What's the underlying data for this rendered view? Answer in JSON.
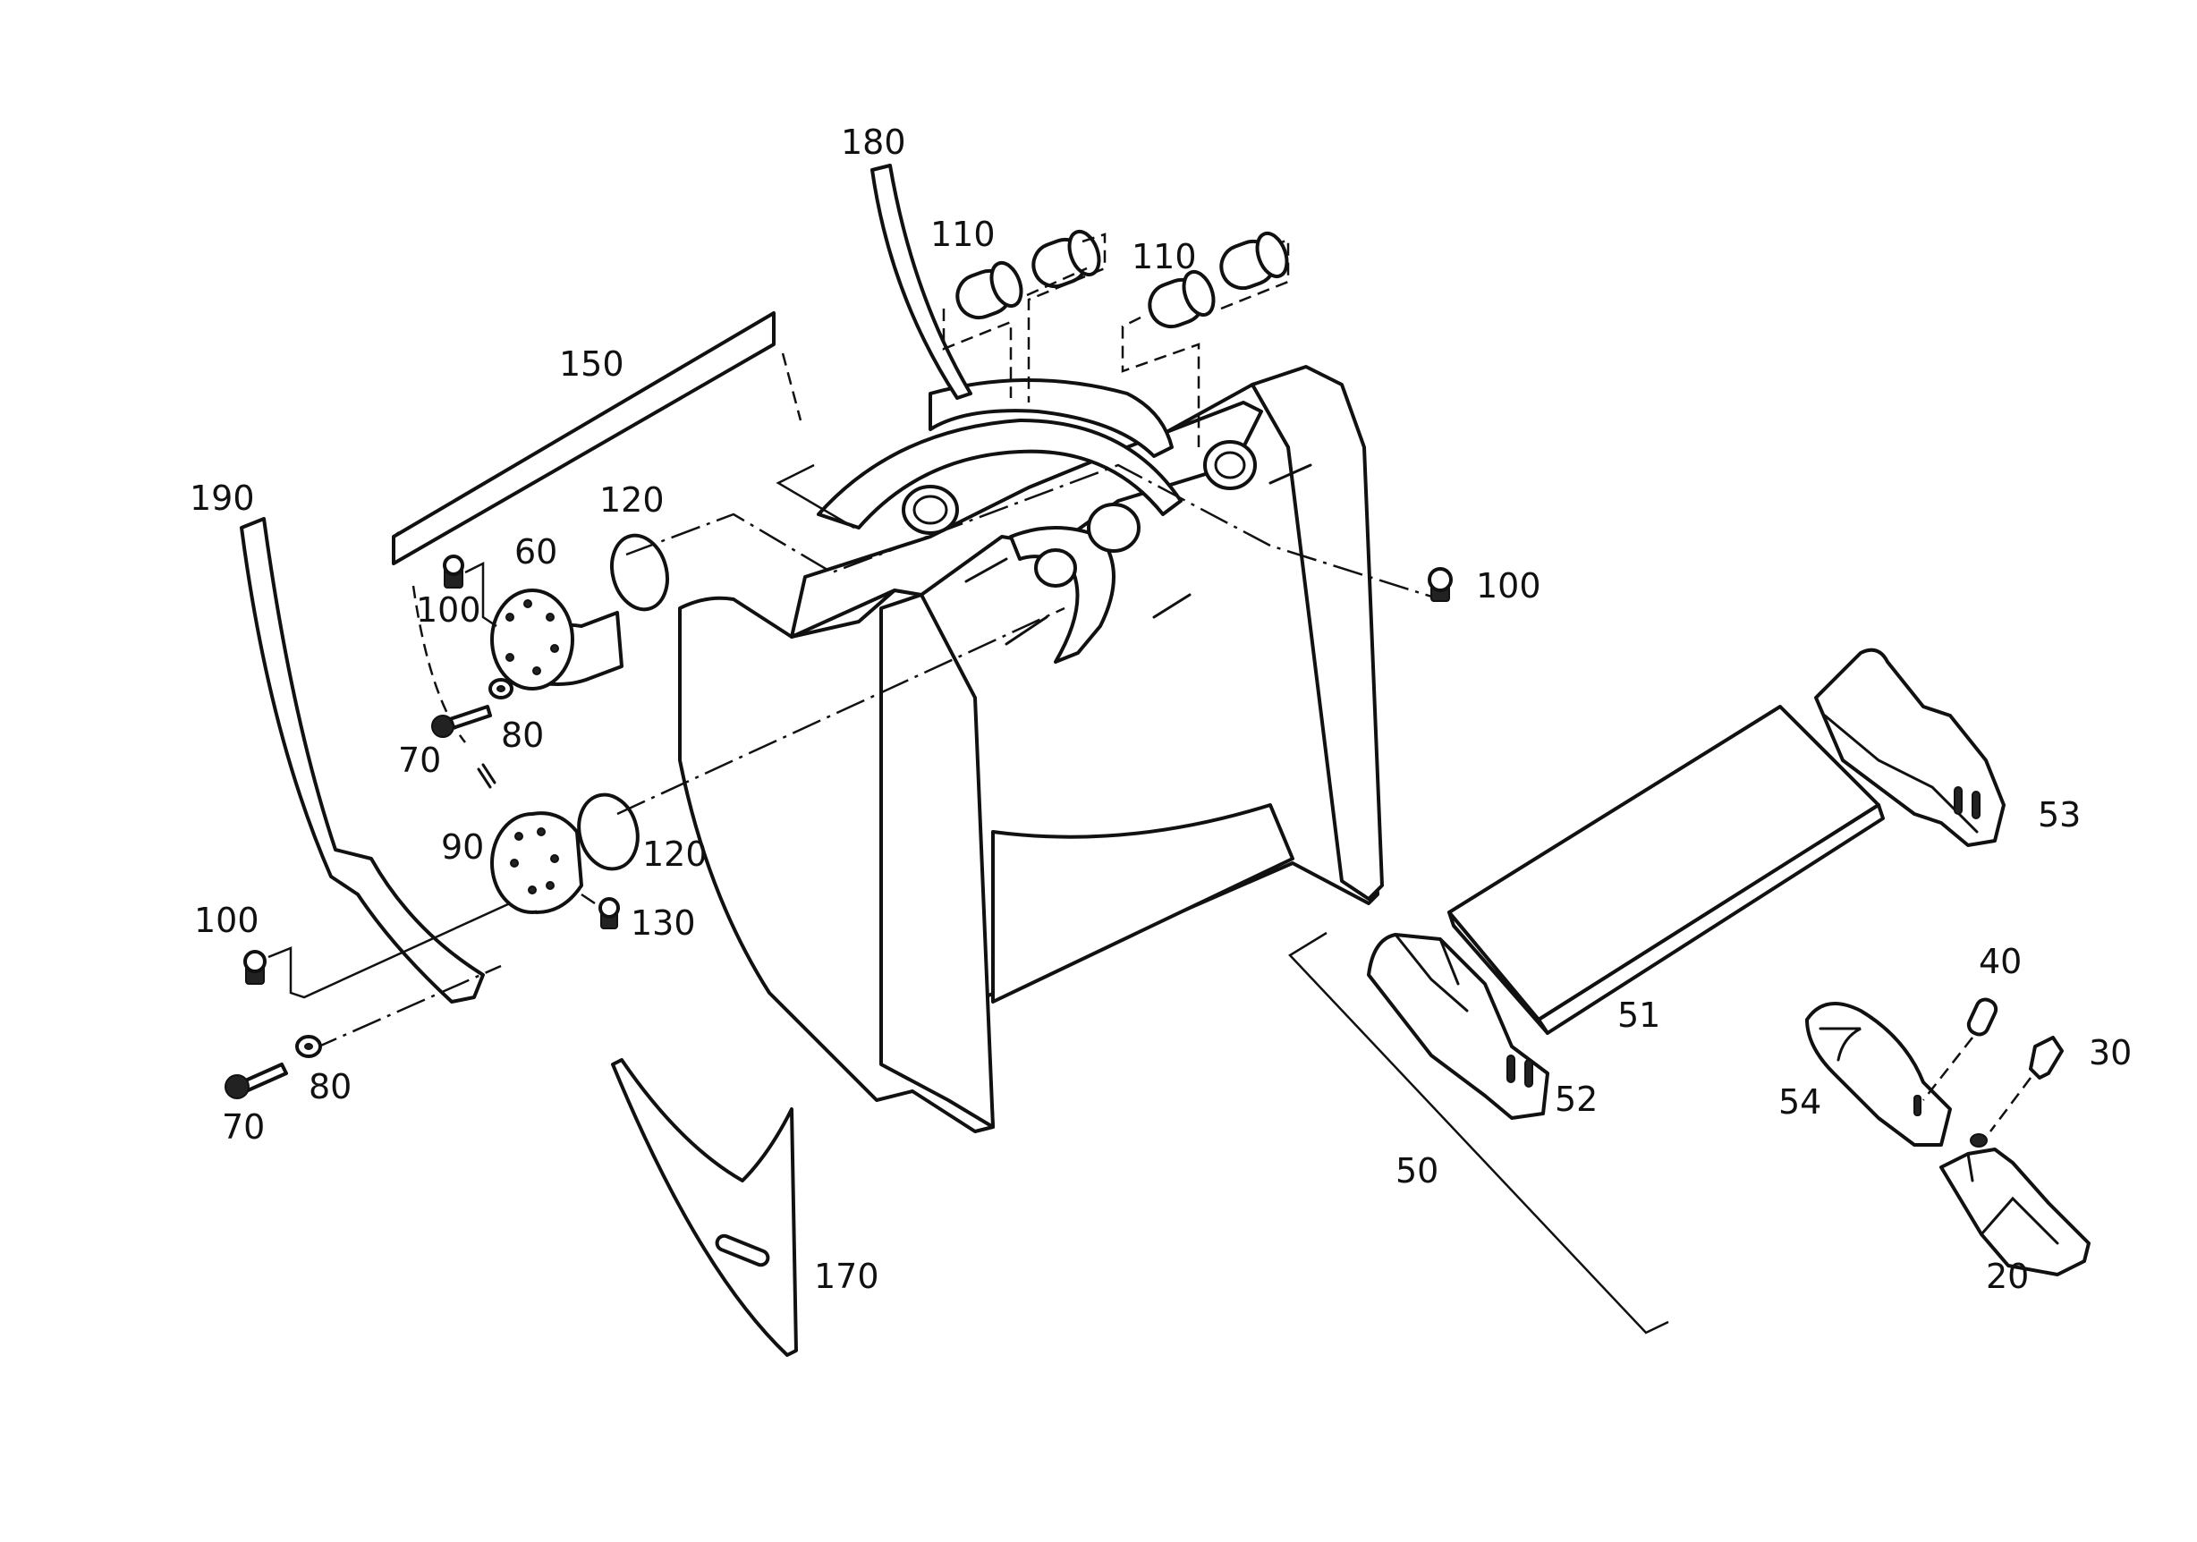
{
  "labels": {
    "p180": "180",
    "p110a": "110",
    "p110b": "110",
    "p150": "150",
    "p190": "190",
    "p120a": "120",
    "p60": "60",
    "p100a": "100",
    "p100b": "100",
    "p100c": "100",
    "p80a": "80",
    "p70a": "70",
    "p90": "90",
    "p120b": "120",
    "p130": "130",
    "p80b": "80",
    "p70b": "70",
    "p170": "170",
    "p53": "53",
    "p51": "51",
    "p52": "52",
    "p50": "50",
    "p40": "40",
    "p30": "30",
    "p54": "54",
    "p20": "20"
  }
}
